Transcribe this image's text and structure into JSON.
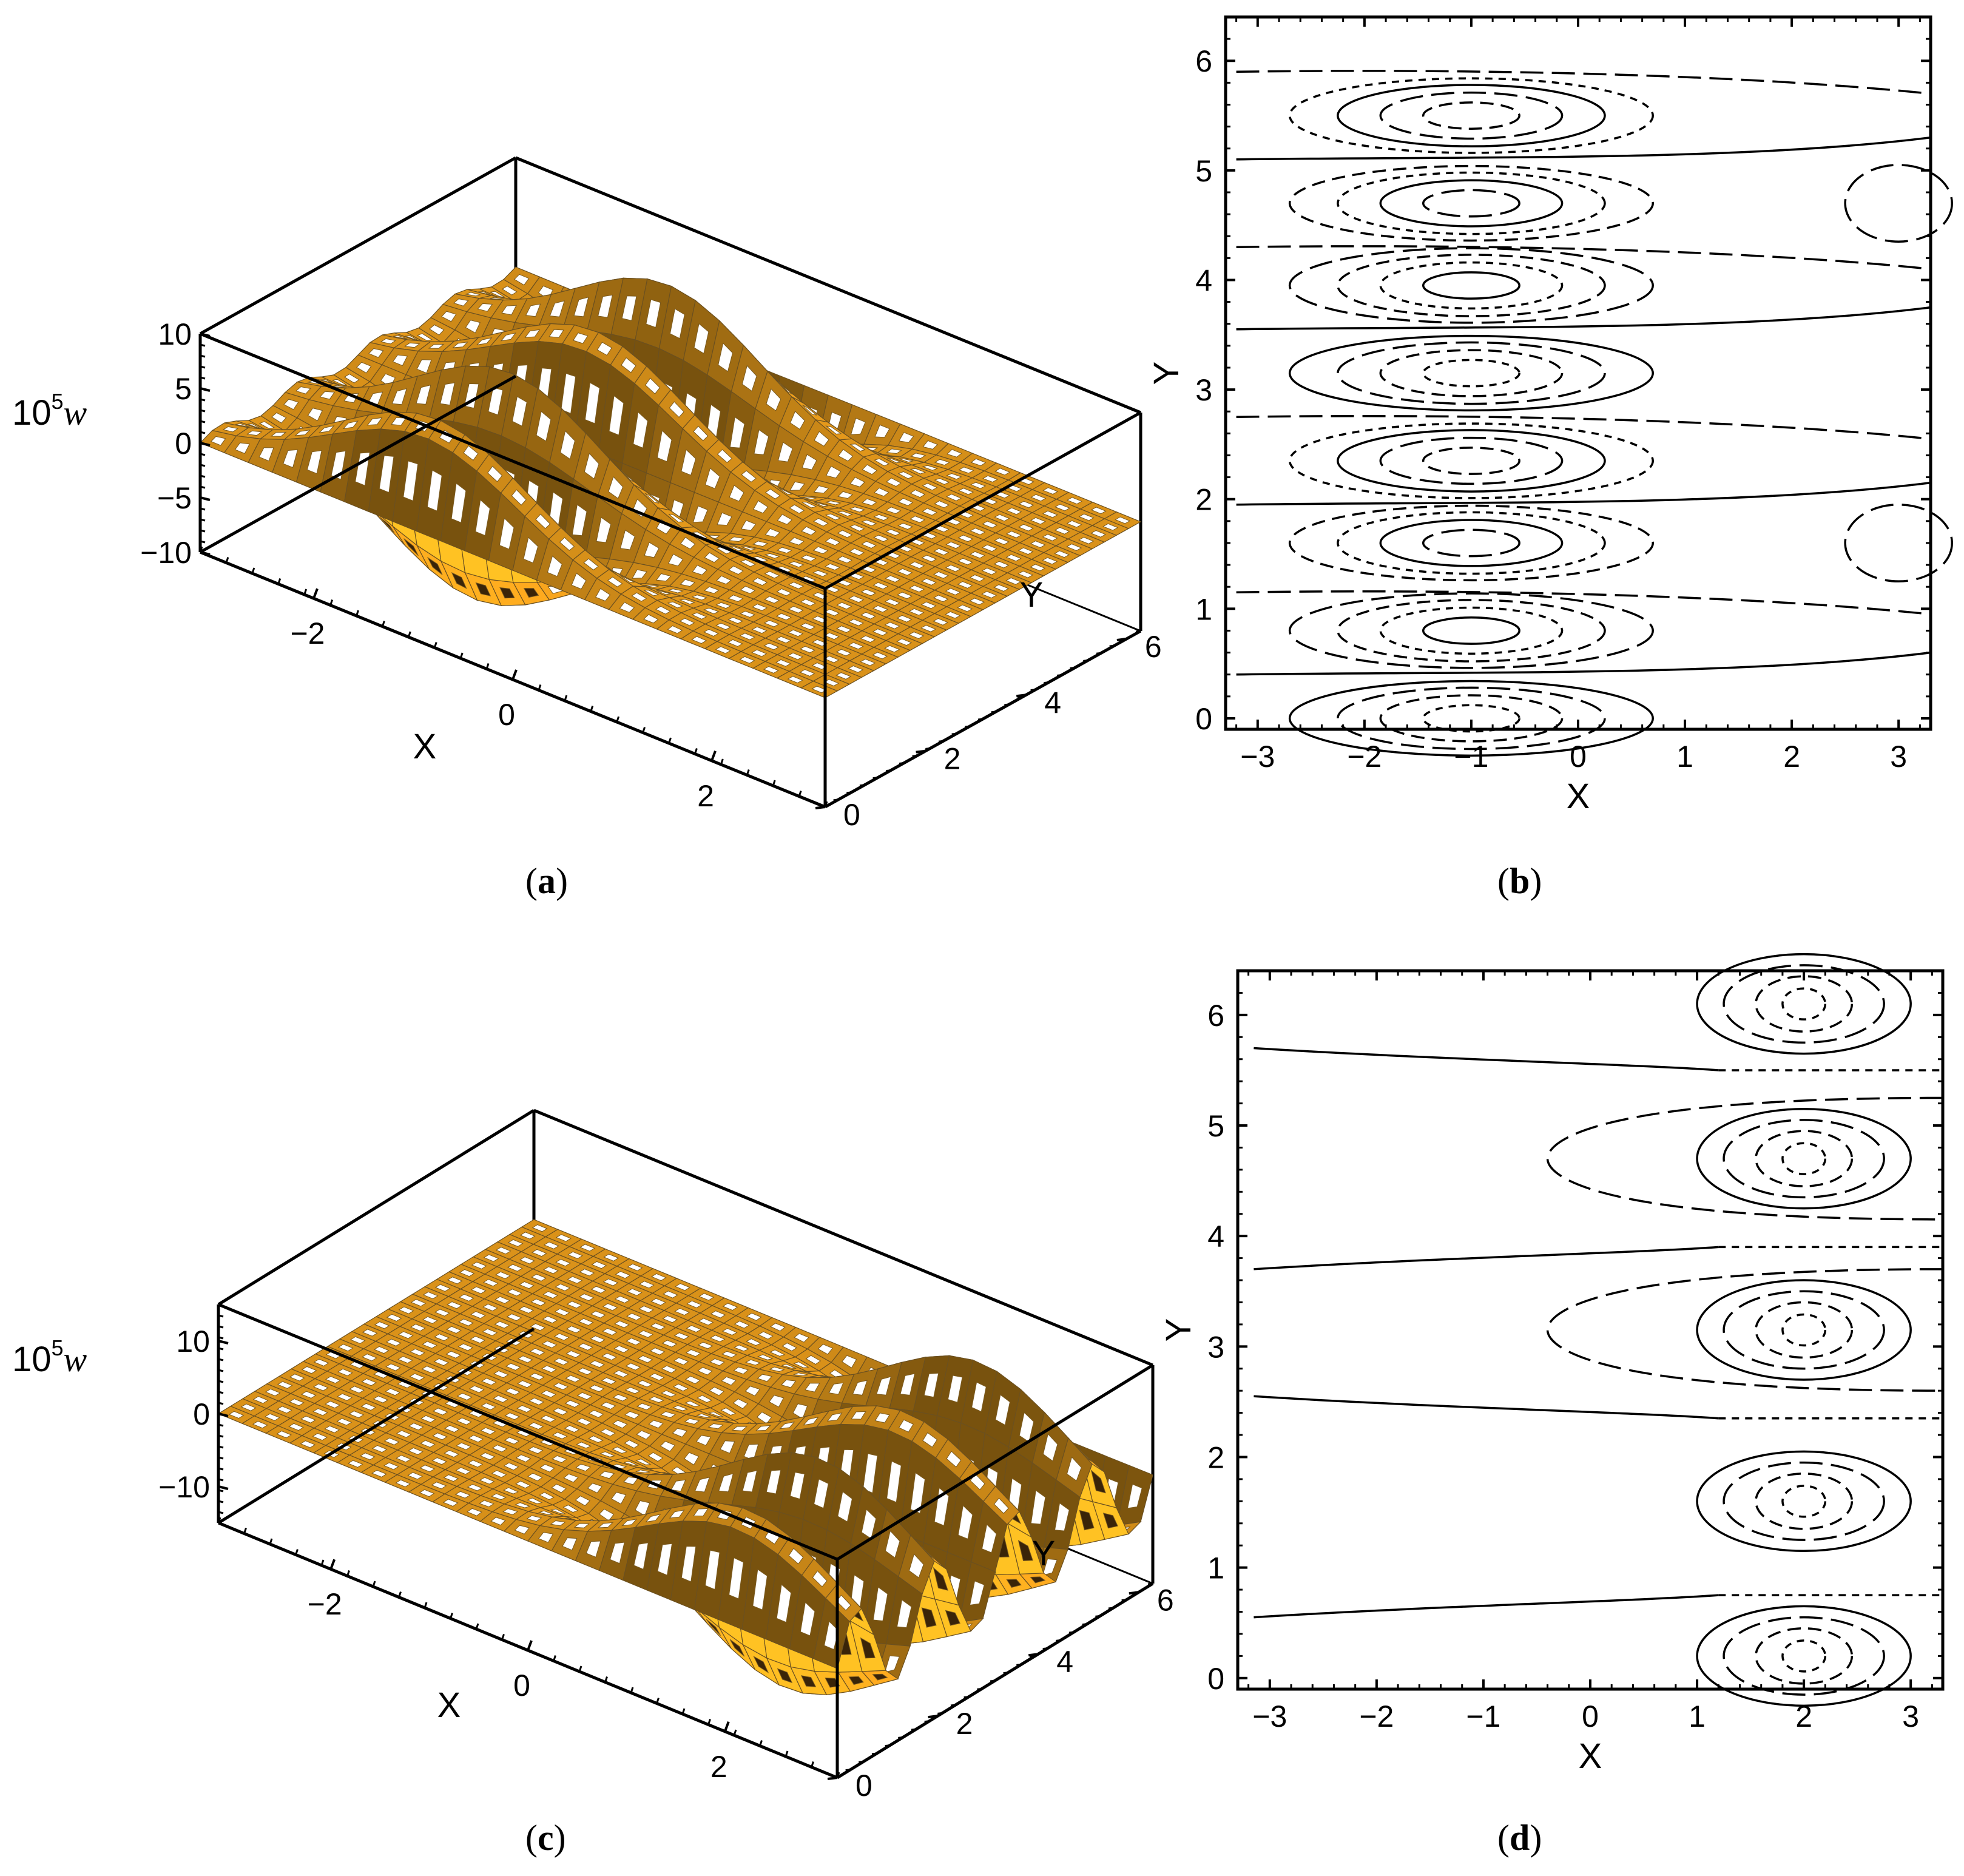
{
  "chart_data": [
    {
      "panel": "a",
      "type": "surface3d",
      "zlabel_base": "10",
      "zlabel_sup": "5",
      "zlabel_var": "w",
      "xlabel": "X",
      "ylabel": "Y",
      "x_ticks": [
        "−2",
        "0",
        "2"
      ],
      "y_ticks": [
        "0",
        "2",
        "4",
        "6"
      ],
      "z_ticks": [
        "10",
        "5",
        "0",
        "−5",
        "−10"
      ],
      "xlim": [
        -3.14,
        3.14
      ],
      "ylim": [
        0,
        6.28
      ],
      "zlim": [
        -10,
        10
      ],
      "color": "#f5a623",
      "grid": false,
      "features": {
        "ridges_along_x": 4,
        "ridge_center_x": -1,
        "amplitude": 10
      }
    },
    {
      "panel": "b",
      "type": "contour",
      "xlabel": "X",
      "ylabel": "Y",
      "x_ticks": [
        -3,
        -2,
        -1,
        0,
        1,
        2,
        3
      ],
      "y_ticks": [
        0,
        1,
        2,
        3,
        4,
        5,
        6
      ],
      "xlim": [
        -3.3,
        3.3
      ],
      "ylim": [
        -0.1,
        6.4
      ],
      "centers_x": [
        -1,
        -1,
        -1,
        -1,
        -1,
        -1,
        -1,
        -1
      ],
      "centers_y": [
        0.0,
        0.8,
        1.6,
        2.35,
        3.15,
        3.95,
        4.7,
        5.5
      ],
      "extra_centers": [
        {
          "x": 3.0,
          "y": 1.6
        },
        {
          "x": 3.0,
          "y": 4.7
        }
      ],
      "grid": false
    },
    {
      "panel": "c",
      "type": "surface3d",
      "zlabel_base": "10",
      "zlabel_sup": "5",
      "zlabel_var": "w",
      "xlabel": "X",
      "ylabel": "Y",
      "x_ticks": [
        "−2",
        "0",
        "2"
      ],
      "y_ticks": [
        "0",
        "2",
        "4",
        "6"
      ],
      "z_ticks": [
        "10",
        "0",
        "−10"
      ],
      "xlim": [
        -3.14,
        3.14
      ],
      "ylim": [
        0,
        6.28
      ],
      "zlim": [
        -15,
        15
      ],
      "color": "#f5a623",
      "grid": false,
      "features": {
        "ridges_along_x": 4,
        "ridge_center_x": 2,
        "amplitude": 15
      }
    },
    {
      "panel": "d",
      "type": "contour",
      "xlabel": "X",
      "ylabel": "Y",
      "x_ticks": [
        -3,
        -2,
        -1,
        0,
        1,
        2,
        3
      ],
      "y_ticks": [
        0,
        1,
        2,
        3,
        4,
        5,
        6
      ],
      "xlim": [
        -3.3,
        3.3
      ],
      "ylim": [
        -0.1,
        6.4
      ],
      "centers_x": [
        2,
        2,
        2,
        2
      ],
      "centers_y": [
        0.2,
        1.6,
        3.15,
        4.7,
        6.1
      ],
      "separators_y": [
        0.75,
        2.35,
        3.9,
        5.5
      ],
      "grid": false
    }
  ],
  "captions": {
    "a": "a",
    "b": "b",
    "c": "c",
    "d": "d"
  }
}
